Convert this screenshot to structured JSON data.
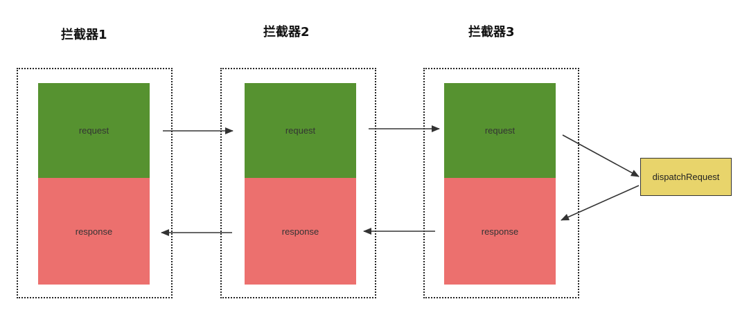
{
  "interceptors": [
    {
      "title": "拦截器1",
      "request_label": "request",
      "response_label": "response"
    },
    {
      "title": "拦截器2",
      "request_label": "request",
      "response_label": "response"
    },
    {
      "title": "拦截器3",
      "request_label": "request",
      "response_label": "response"
    }
  ],
  "dispatch": {
    "label": "dispatchRequest"
  },
  "colors": {
    "request": "#569230",
    "response": "#ec706e",
    "dispatch": "#e8d46b",
    "arrow": "#333333"
  }
}
